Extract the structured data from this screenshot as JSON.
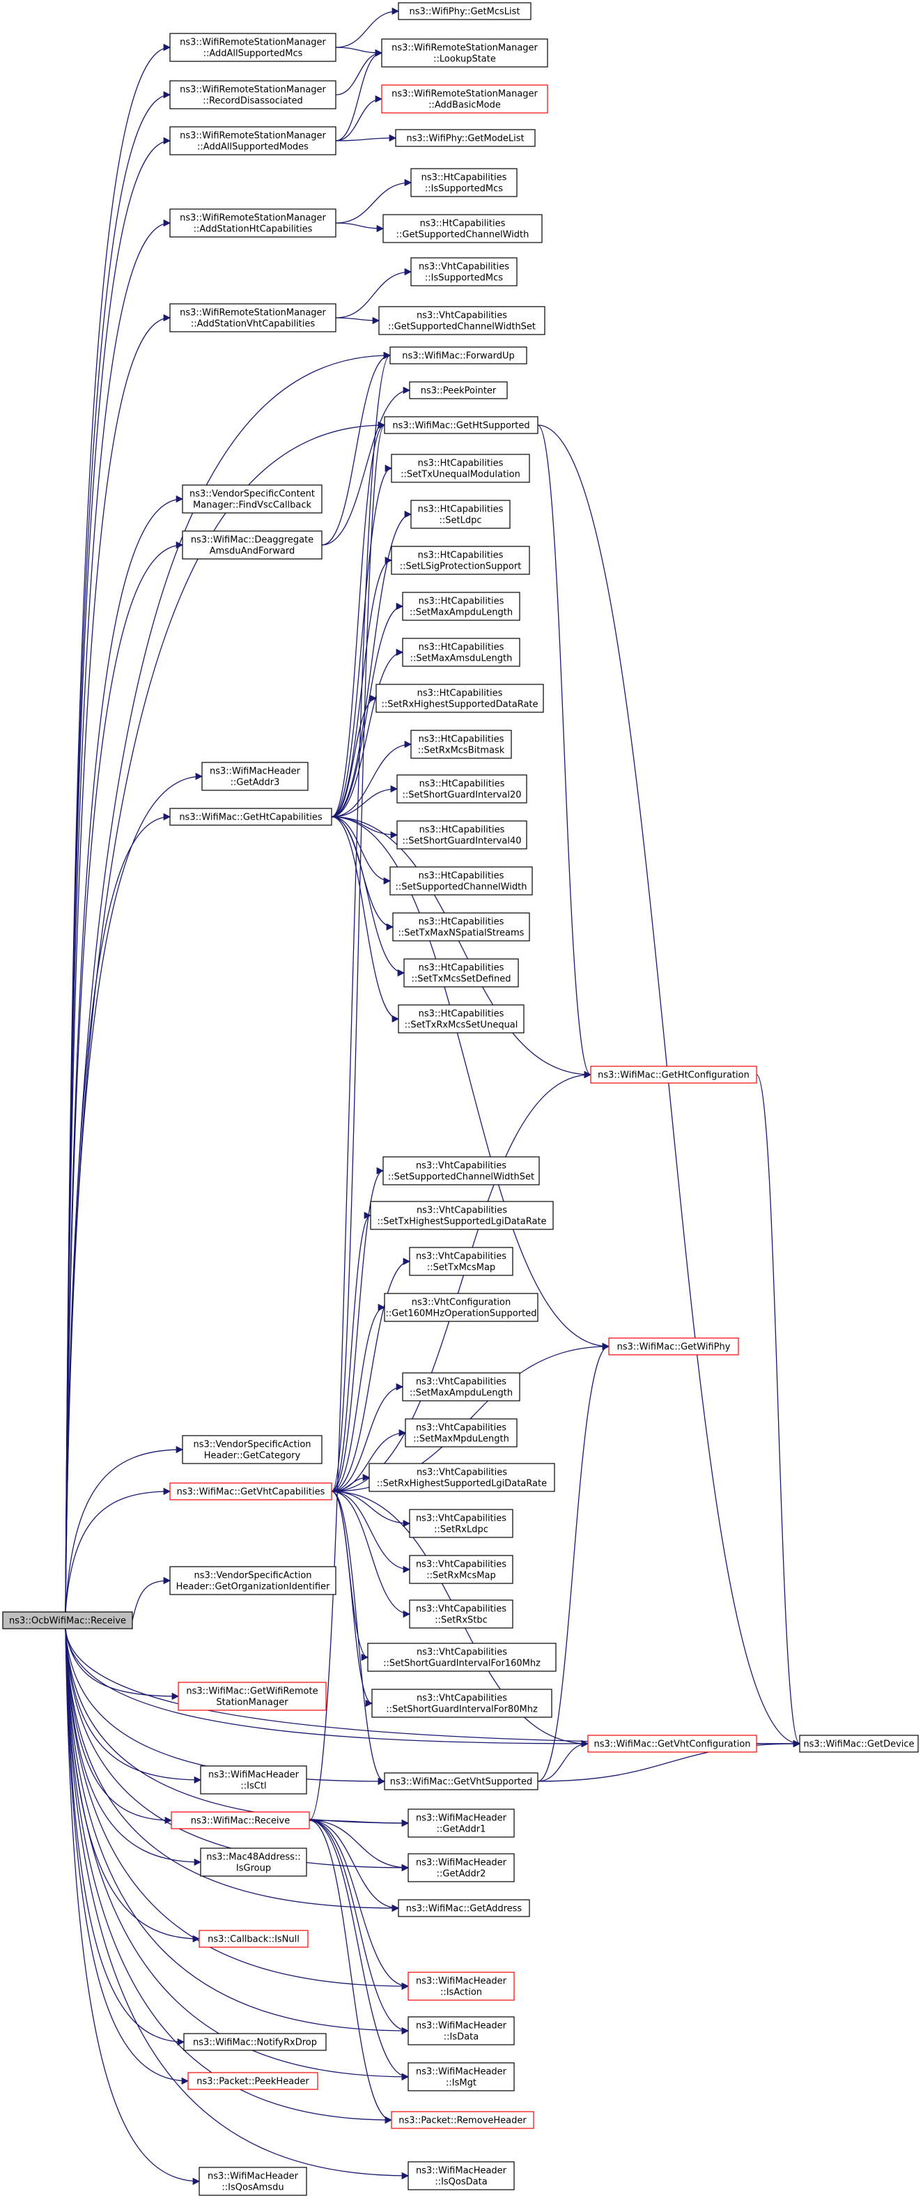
{
  "diagram": {
    "root": "ns3::OcbWifiMac::Receive",
    "nodes": {
      "root": {
        "lines": [
          "ns3::OcbWifiMac::Receive"
        ],
        "red": false
      },
      "addAllMcs": {
        "lines": [
          "ns3::WifiRemoteStationManager",
          "::AddAllSupportedMcs"
        ],
        "red": false
      },
      "recordDisassoc": {
        "lines": [
          "ns3::WifiRemoteStationManager",
          "::RecordDisassociated"
        ],
        "red": false
      },
      "addAllModes": {
        "lines": [
          "ns3::WifiRemoteStationManager",
          "::AddAllSupportedModes"
        ],
        "red": false
      },
      "addStaHt": {
        "lines": [
          "ns3::WifiRemoteStationManager",
          "::AddStationHtCapabilities"
        ],
        "red": false
      },
      "addStaVht": {
        "lines": [
          "ns3::WifiRemoteStationManager",
          "::AddStationVhtCapabilities"
        ],
        "red": false
      },
      "findVsc": {
        "lines": [
          "ns3::VendorSpecificContent",
          "Manager::FindVscCallback"
        ],
        "red": false
      },
      "deaggregate": {
        "lines": [
          "ns3::WifiMac::Deaggregate",
          "AmsduAndForward"
        ],
        "red": false
      },
      "getAddr3": {
        "lines": [
          "ns3::WifiMacHeader",
          "::GetAddr3"
        ],
        "red": false
      },
      "getHtCaps": {
        "lines": [
          "ns3::WifiMac::GetHtCapabilities"
        ],
        "red": false
      },
      "getCategory": {
        "lines": [
          "ns3::VendorSpecificAction",
          "Header::GetCategory"
        ],
        "red": false
      },
      "getVhtCaps": {
        "lines": [
          "ns3::WifiMac::GetVhtCapabilities"
        ],
        "red": true
      },
      "getOrgId": {
        "lines": [
          "ns3::VendorSpecificAction",
          "Header::GetOrganizationIdentifier"
        ],
        "red": false
      },
      "getRsm": {
        "lines": [
          "ns3::WifiMac::GetWifiRemote",
          "StationManager"
        ],
        "red": true
      },
      "isCtl": {
        "lines": [
          "ns3::WifiMacHeader",
          "::IsCtl"
        ],
        "red": false
      },
      "macReceive": {
        "lines": [
          "ns3::WifiMac::Receive"
        ],
        "red": true
      },
      "isGroup": {
        "lines": [
          "ns3::Mac48Address::",
          "IsGroup"
        ],
        "red": false
      },
      "isNull": {
        "lines": [
          "ns3::Callback::IsNull"
        ],
        "red": true
      },
      "notifyRxDrop": {
        "lines": [
          "ns3::WifiMac::NotifyRxDrop"
        ],
        "red": false
      },
      "peekHeader": {
        "lines": [
          "ns3::Packet::PeekHeader"
        ],
        "red": true
      },
      "isQosAmsdu": {
        "lines": [
          "ns3::WifiMacHeader",
          "::IsQosAmsdu"
        ],
        "red": false
      },
      "getMcsList": {
        "lines": [
          "ns3::WifiPhy::GetMcsList"
        ],
        "red": false
      },
      "lookupState": {
        "lines": [
          "ns3::WifiRemoteStationManager",
          "::LookupState"
        ],
        "red": false
      },
      "addBasicMode": {
        "lines": [
          "ns3::WifiRemoteStationManager",
          "::AddBasicMode"
        ],
        "red": true
      },
      "getModeList": {
        "lines": [
          "ns3::WifiPhy::GetModeList"
        ],
        "red": false
      },
      "htIsSupMcs": {
        "lines": [
          "ns3::HtCapabilities",
          "::IsSupportedMcs"
        ],
        "red": false
      },
      "htGetSupCw": {
        "lines": [
          "ns3::HtCapabilities",
          "::GetSupportedChannelWidth"
        ],
        "red": false
      },
      "vhtIsSupMcs": {
        "lines": [
          "ns3::VhtCapabilities",
          "::IsSupportedMcs"
        ],
        "red": false
      },
      "vhtGetSupCws": {
        "lines": [
          "ns3::VhtCapabilities",
          "::GetSupportedChannelWidthSet"
        ],
        "red": false
      },
      "forwardUp": {
        "lines": [
          "ns3::WifiMac::ForwardUp"
        ],
        "red": false
      },
      "peekPointer": {
        "lines": [
          "ns3::PeekPointer"
        ],
        "red": false
      },
      "getHtSup": {
        "lines": [
          "ns3::WifiMac::GetHtSupported"
        ],
        "red": false
      },
      "htSetTxUneq": {
        "lines": [
          "ns3::HtCapabilities",
          "::SetTxUnequalModulation"
        ],
        "red": false
      },
      "htSetLdpc": {
        "lines": [
          "ns3::HtCapabilities",
          "::SetLdpc"
        ],
        "red": false
      },
      "htSetLsig": {
        "lines": [
          "ns3::HtCapabilities",
          "::SetLSigProtectionSupport"
        ],
        "red": false
      },
      "htSetMaxAmpdu": {
        "lines": [
          "ns3::HtCapabilities",
          "::SetMaxAmpduLength"
        ],
        "red": false
      },
      "htSetMaxAmsdu": {
        "lines": [
          "ns3::HtCapabilities",
          "::SetMaxAmsduLength"
        ],
        "red": false
      },
      "htSetRxHigh": {
        "lines": [
          "ns3::HtCapabilities",
          "::SetRxHighestSupportedDataRate"
        ],
        "red": false
      },
      "htSetRxMcs": {
        "lines": [
          "ns3::HtCapabilities",
          "::SetRxMcsBitmask"
        ],
        "red": false
      },
      "htSetSgi20": {
        "lines": [
          "ns3::HtCapabilities",
          "::SetShortGuardInterval20"
        ],
        "red": false
      },
      "htSetSgi40": {
        "lines": [
          "ns3::HtCapabilities",
          "::SetShortGuardInterval40"
        ],
        "red": false
      },
      "htSetSupCw": {
        "lines": [
          "ns3::HtCapabilities",
          "::SetSupportedChannelWidth"
        ],
        "red": false
      },
      "htSetTxNss": {
        "lines": [
          "ns3::HtCapabilities",
          "::SetTxMaxNSpatialStreams"
        ],
        "red": false
      },
      "htSetTxMcsDef": {
        "lines": [
          "ns3::HtCapabilities",
          "::SetTxMcsSetDefined"
        ],
        "red": false
      },
      "htSetTxRxUneq": {
        "lines": [
          "ns3::HtCapabilities",
          "::SetTxRxMcsSetUnequal"
        ],
        "red": false
      },
      "getHtConf": {
        "lines": [
          "ns3::WifiMac::GetHtConfiguration"
        ],
        "red": true
      },
      "vhtSetSupCws": {
        "lines": [
          "ns3::VhtCapabilities",
          "::SetSupportedChannelWidthSet"
        ],
        "red": false
      },
      "vhtSetTxHigh": {
        "lines": [
          "ns3::VhtCapabilities",
          "::SetTxHighestSupportedLgiDataRate"
        ],
        "red": false
      },
      "vhtSetTxMcs": {
        "lines": [
          "ns3::VhtCapabilities",
          "::SetTxMcsMap"
        ],
        "red": false
      },
      "vhtConf160": {
        "lines": [
          "ns3::VhtConfiguration",
          "::Get160MHzOperationSupported"
        ],
        "red": false
      },
      "getWifiPhy": {
        "lines": [
          "ns3::WifiMac::GetWifiPhy"
        ],
        "red": true
      },
      "vhtSetMaxAmpdu": {
        "lines": [
          "ns3::VhtCapabilities",
          "::SetMaxAmpduLength"
        ],
        "red": false
      },
      "vhtSetMaxMpdu": {
        "lines": [
          "ns3::VhtCapabilities",
          "::SetMaxMpduLength"
        ],
        "red": false
      },
      "vhtSetRxHigh": {
        "lines": [
          "ns3::VhtCapabilities",
          "::SetRxHighestSupportedLgiDataRate"
        ],
        "red": false
      },
      "vhtSetRxLdpc": {
        "lines": [
          "ns3::VhtCapabilities",
          "::SetRxLdpc"
        ],
        "red": false
      },
      "vhtSetRxMcs": {
        "lines": [
          "ns3::VhtCapabilities",
          "::SetRxMcsMap"
        ],
        "red": false
      },
      "vhtSetRxStbc": {
        "lines": [
          "ns3::VhtCapabilities",
          "::SetRxStbc"
        ],
        "red": false
      },
      "vhtSetSgi160": {
        "lines": [
          "ns3::VhtCapabilities",
          "::SetShortGuardIntervalFor160Mhz"
        ],
        "red": false
      },
      "vhtSetSgi80": {
        "lines": [
          "ns3::VhtCapabilities",
          "::SetShortGuardIntervalFor80Mhz"
        ],
        "red": false
      },
      "getVhtConf": {
        "lines": [
          "ns3::WifiMac::GetVhtConfiguration"
        ],
        "red": true
      },
      "getDevice": {
        "lines": [
          "ns3::WifiMac::GetDevice"
        ],
        "red": false
      },
      "getVhtSup": {
        "lines": [
          "ns3::WifiMac::GetVhtSupported"
        ],
        "red": false
      },
      "getAddr1": {
        "lines": [
          "ns3::WifiMacHeader",
          "::GetAddr1"
        ],
        "red": false
      },
      "getAddr2": {
        "lines": [
          "ns3::WifiMacHeader",
          "::GetAddr2"
        ],
        "red": false
      },
      "getAddress": {
        "lines": [
          "ns3::WifiMac::GetAddress"
        ],
        "red": false
      },
      "isAction": {
        "lines": [
          "ns3::WifiMacHeader",
          "::IsAction"
        ],
        "red": true
      },
      "isData": {
        "lines": [
          "ns3::WifiMacHeader",
          "::IsData"
        ],
        "red": false
      },
      "isMgt": {
        "lines": [
          "ns3::WifiMacHeader",
          "::IsMgt"
        ],
        "red": false
      },
      "removeHeader": {
        "lines": [
          "ns3::Packet::RemoveHeader"
        ],
        "red": true
      },
      "isQosData": {
        "lines": [
          "ns3::WifiMacHeader",
          "::IsQosData"
        ],
        "red": false
      }
    },
    "edges": [
      [
        "root",
        "addAllMcs"
      ],
      [
        "root",
        "recordDisassoc"
      ],
      [
        "root",
        "addAllModes"
      ],
      [
        "root",
        "addStaHt"
      ],
      [
        "root",
        "addStaVht"
      ],
      [
        "root",
        "findVsc"
      ],
      [
        "root",
        "deaggregate"
      ],
      [
        "root",
        "getAddr3"
      ],
      [
        "root",
        "getHtCaps"
      ],
      [
        "root",
        "getCategory"
      ],
      [
        "root",
        "getVhtCaps"
      ],
      [
        "root",
        "getOrgId"
      ],
      [
        "root",
        "getRsm"
      ],
      [
        "root",
        "isCtl"
      ],
      [
        "root",
        "macReceive"
      ],
      [
        "root",
        "isGroup"
      ],
      [
        "root",
        "isNull"
      ],
      [
        "root",
        "notifyRxDrop"
      ],
      [
        "root",
        "peekHeader"
      ],
      [
        "root",
        "isQosAmsdu"
      ],
      [
        "root",
        "forwardUp"
      ],
      [
        "root",
        "getHtSup"
      ],
      [
        "root",
        "getVhtSup"
      ],
      [
        "root",
        "getVhtConf"
      ],
      [
        "root",
        "getDevice"
      ],
      [
        "root",
        "getAddr1"
      ],
      [
        "root",
        "getAddr2"
      ],
      [
        "root",
        "getAddress"
      ],
      [
        "root",
        "isAction"
      ],
      [
        "root",
        "isData"
      ],
      [
        "root",
        "isMgt"
      ],
      [
        "root",
        "removeHeader"
      ],
      [
        "root",
        "isQosData"
      ],
      [
        "addAllMcs",
        "getMcsList"
      ],
      [
        "addAllMcs",
        "lookupState"
      ],
      [
        "recordDisassoc",
        "lookupState"
      ],
      [
        "addAllModes",
        "lookupState"
      ],
      [
        "addAllModes",
        "addBasicMode"
      ],
      [
        "addAllModes",
        "getModeList"
      ],
      [
        "addStaHt",
        "htIsSupMcs"
      ],
      [
        "addStaHt",
        "htGetSupCw"
      ],
      [
        "addStaVht",
        "vhtIsSupMcs"
      ],
      [
        "addStaVht",
        "vhtGetSupCws"
      ],
      [
        "deaggregate",
        "forwardUp"
      ],
      [
        "deaggregate",
        "peekPointer"
      ],
      [
        "getHtCaps",
        "getHtSup"
      ],
      [
        "getHtCaps",
        "htSetTxUneq"
      ],
      [
        "getHtCaps",
        "htSetLdpc"
      ],
      [
        "getHtCaps",
        "htSetLsig"
      ],
      [
        "getHtCaps",
        "htSetMaxAmpdu"
      ],
      [
        "getHtCaps",
        "htSetMaxAmsdu"
      ],
      [
        "getHtCaps",
        "htSetRxHigh"
      ],
      [
        "getHtCaps",
        "htSetRxMcs"
      ],
      [
        "getHtCaps",
        "htSetSgi20"
      ],
      [
        "getHtCaps",
        "htSetSgi40"
      ],
      [
        "getHtCaps",
        "htSetSupCw"
      ],
      [
        "getHtCaps",
        "htSetTxNss"
      ],
      [
        "getHtCaps",
        "htSetTxMcsDef"
      ],
      [
        "getHtCaps",
        "htSetTxRxUneq"
      ],
      [
        "getHtCaps",
        "getHtConf"
      ],
      [
        "getHtCaps",
        "getWifiPhy"
      ],
      [
        "getHtSup",
        "getHtConf"
      ],
      [
        "getHtSup",
        "getDevice"
      ],
      [
        "getHtConf",
        "getDevice"
      ],
      [
        "getVhtCaps",
        "getHtConf"
      ],
      [
        "getVhtCaps",
        "vhtSetSupCws"
      ],
      [
        "getVhtCaps",
        "vhtSetTxHigh"
      ],
      [
        "getVhtCaps",
        "vhtSetTxMcs"
      ],
      [
        "getVhtCaps",
        "vhtConf160"
      ],
      [
        "getVhtCaps",
        "getWifiPhy"
      ],
      [
        "getVhtCaps",
        "vhtSetMaxAmpdu"
      ],
      [
        "getVhtCaps",
        "vhtSetMaxMpdu"
      ],
      [
        "getVhtCaps",
        "vhtSetRxHigh"
      ],
      [
        "getVhtCaps",
        "vhtSetRxLdpc"
      ],
      [
        "getVhtCaps",
        "vhtSetRxMcs"
      ],
      [
        "getVhtCaps",
        "vhtSetRxStbc"
      ],
      [
        "getVhtCaps",
        "vhtSetSgi160"
      ],
      [
        "getVhtCaps",
        "vhtSetSgi80"
      ],
      [
        "getVhtCaps",
        "getVhtConf"
      ],
      [
        "getVhtCaps",
        "getVhtSup"
      ],
      [
        "getVhtCaps",
        "getHtSup"
      ],
      [
        "getVhtSup",
        "getVhtConf"
      ],
      [
        "getVhtSup",
        "getDevice"
      ],
      [
        "getVhtSup",
        "getWifiPhy"
      ],
      [
        "getVhtConf",
        "getDevice"
      ],
      [
        "macReceive",
        "getAddr1"
      ],
      [
        "macReceive",
        "getAddr2"
      ],
      [
        "macReceive",
        "getAddress"
      ],
      [
        "macReceive",
        "isAction"
      ],
      [
        "macReceive",
        "isData"
      ],
      [
        "macReceive",
        "isMgt"
      ],
      [
        "macReceive",
        "removeHeader"
      ],
      [
        "macReceive",
        "forwardUp"
      ]
    ]
  }
}
